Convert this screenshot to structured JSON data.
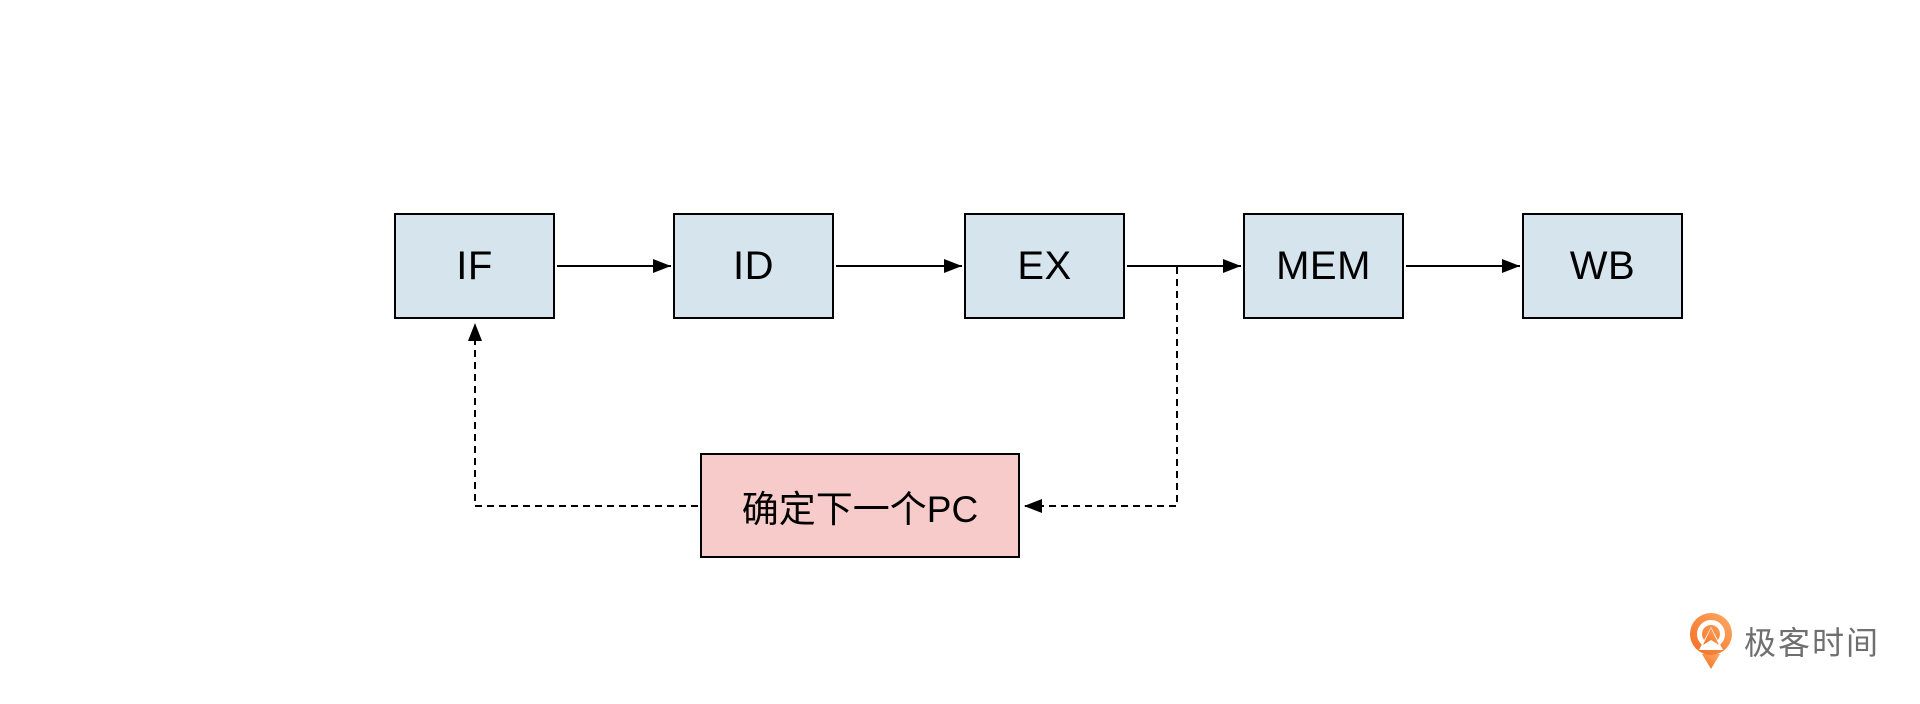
{
  "page": {
    "background": "#ffffff"
  },
  "diagram": {
    "title_hint": "five-stage CPU pipeline with next-PC feedback loop",
    "stages": [
      {
        "id": "if",
        "label": "IF"
      },
      {
        "id": "id",
        "label": "ID"
      },
      {
        "id": "ex",
        "label": "EX"
      },
      {
        "id": "mem",
        "label": "MEM"
      },
      {
        "id": "wb",
        "label": "WB"
      }
    ],
    "feedback": {
      "label": "确定下一个PC"
    },
    "connections": [
      {
        "from": "IF",
        "to": "ID",
        "style": "solid-arrow"
      },
      {
        "from": "ID",
        "to": "EX",
        "style": "solid-arrow"
      },
      {
        "from": "EX",
        "to": "MEM",
        "style": "solid-arrow"
      },
      {
        "from": "MEM",
        "to": "WB",
        "style": "solid-arrow"
      },
      {
        "from": "EX-MEM link",
        "to": "确定下一个PC",
        "style": "dashed-arrow"
      },
      {
        "from": "确定下一个PC",
        "to": "IF",
        "style": "dashed-arrow"
      }
    ],
    "colors": {
      "stage_fill": "#d6e4ee",
      "stage_border": "#000000",
      "feedback_fill": "#f6cbc9",
      "feedback_border": "#000000",
      "connector": "#000000"
    }
  },
  "branding": {
    "logo_text": "极客时间",
    "logo_text_color": "#6f6f6f",
    "logo_orange": "#f26d21",
    "logo_orange_light": "#ffaa66"
  }
}
